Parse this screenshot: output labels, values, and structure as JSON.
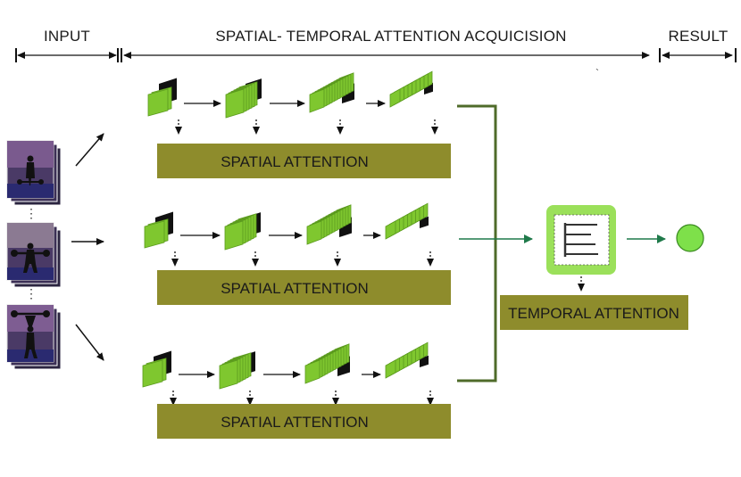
{
  "header": {
    "input_label": "INPUT",
    "middle_label": "SPATIAL- TEMPORAL ATTENTION ACQUICISION",
    "result_label": "RESULT"
  },
  "rows": [
    {
      "label": "SPATIAL ATTENTION"
    },
    {
      "label": "SPATIAL ATTENTION"
    },
    {
      "label": "SPATIAL ATTENTION"
    }
  ],
  "temporal": {
    "label": "TEMPORAL ATTENTION"
  },
  "frames": {
    "separator": "⋮"
  },
  "colors": {
    "bar": "#8e8c2c",
    "line": "#4f6b2a",
    "arrow": "#1f7a4a",
    "block": "#7fc72f",
    "block_dark": "#5b9a1e",
    "block_light": "#a6e05a",
    "module": "#9be05a",
    "result": "#7ee04a",
    "frame_bg": "#4a3a66"
  }
}
